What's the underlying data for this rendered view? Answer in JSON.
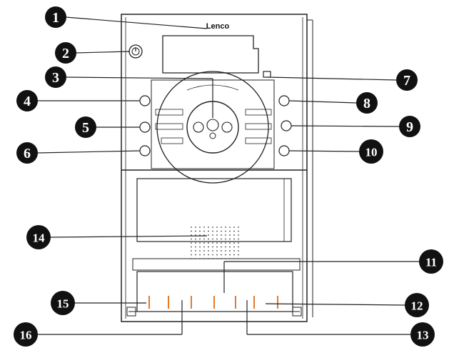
{
  "brand": "Lenco",
  "callouts": [
    {
      "id": 1,
      "label": "1"
    },
    {
      "id": 2,
      "label": "2"
    },
    {
      "id": 3,
      "label": "3"
    },
    {
      "id": 4,
      "label": "4"
    },
    {
      "id": 5,
      "label": "5"
    },
    {
      "id": 6,
      "label": "6"
    },
    {
      "id": 7,
      "label": "7"
    },
    {
      "id": 8,
      "label": "8"
    },
    {
      "id": 9,
      "label": "9"
    },
    {
      "id": 10,
      "label": "10"
    },
    {
      "id": 11,
      "label": "11"
    },
    {
      "id": 12,
      "label": "12"
    },
    {
      "id": 13,
      "label": "13"
    },
    {
      "id": 14,
      "label": "14"
    },
    {
      "id": 15,
      "label": "15"
    },
    {
      "id": 16,
      "label": "16"
    }
  ],
  "colors": {
    "line": "#222222",
    "marker": "#111111",
    "accent_orange": "#e07a2e"
  }
}
